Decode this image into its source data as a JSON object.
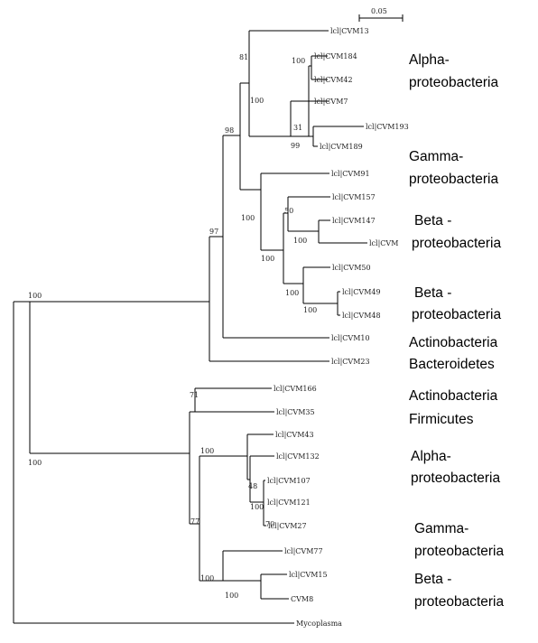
{
  "scale_bar": {
    "label": "0.05"
  },
  "leaves": [
    {
      "id": "cvm13",
      "label": "lcl|CVM13"
    },
    {
      "id": "cvm184",
      "label": "lcl|CVM184"
    },
    {
      "id": "cvm42",
      "label": "lcl|CVM42"
    },
    {
      "id": "cvm7",
      "label": "lcl|CVM7"
    },
    {
      "id": "cvm193",
      "label": "lcl|CVM193"
    },
    {
      "id": "cvm189",
      "label": "lcl|CVM189"
    },
    {
      "id": "cvm91",
      "label": "lcl|CVM91"
    },
    {
      "id": "cvm157",
      "label": "lcl|CVM157"
    },
    {
      "id": "cvm147",
      "label": "lcl|CVM147"
    },
    {
      "id": "cvm_trunc",
      "label": "lcl|CVM"
    },
    {
      "id": "cvm50",
      "label": "lcl|CVM50"
    },
    {
      "id": "cvm49",
      "label": "lcl|CVM49"
    },
    {
      "id": "cvm48",
      "label": "lcl|CVM48"
    },
    {
      "id": "cvm10",
      "label": "lcl|CVM10"
    },
    {
      "id": "cvm23",
      "label": "lcl|CVM23"
    },
    {
      "id": "cvm166",
      "label": "lcl|CVM166"
    },
    {
      "id": "cvm35",
      "label": "lcl|CVM35"
    },
    {
      "id": "cvm43",
      "label": "lcl|CVM43"
    },
    {
      "id": "cvm132",
      "label": "lcl|CVM132"
    },
    {
      "id": "cvm107",
      "label": "lcl|CVM107"
    },
    {
      "id": "cvm121",
      "label": "lcl|CVM121"
    },
    {
      "id": "cvm27",
      "label": "lcl|CVM27"
    },
    {
      "id": "cvm77",
      "label": "lcl|CVM77"
    },
    {
      "id": "cvm15",
      "label": "lcl|CVM15"
    },
    {
      "id": "cvm8",
      "label": "CVM8"
    },
    {
      "id": "mycoplasma",
      "label": "Mycoplasma"
    }
  ],
  "bootstrap": [
    "100",
    "97",
    "100",
    "98",
    "81",
    "100",
    "100",
    "31",
    "99",
    "100",
    "50",
    "100",
    "100",
    "100",
    "100",
    "71",
    "100",
    "77",
    "48",
    "100",
    "70",
    "100",
    "100"
  ],
  "groups": [
    {
      "line1": "Alpha-",
      "line2": "proteobacteria"
    },
    {
      "line1": "Gamma-",
      "line2": "proteobacteria"
    },
    {
      "line1": "Beta -",
      "line2": "proteobacteria"
    },
    {
      "line1": "Beta -",
      "line2": "proteobacteria"
    },
    {
      "line1": "Actinobacteria",
      "line2": "Bacteroidetes"
    },
    {
      "line1": "Actinobacteria",
      "line2": "Firmicutes"
    },
    {
      "line1": "Alpha-",
      "line2": "proteobacteria"
    },
    {
      "line1": "Gamma-",
      "line2": "proteobacteria"
    },
    {
      "line1": "Beta -",
      "line2": "proteobacteria"
    }
  ]
}
